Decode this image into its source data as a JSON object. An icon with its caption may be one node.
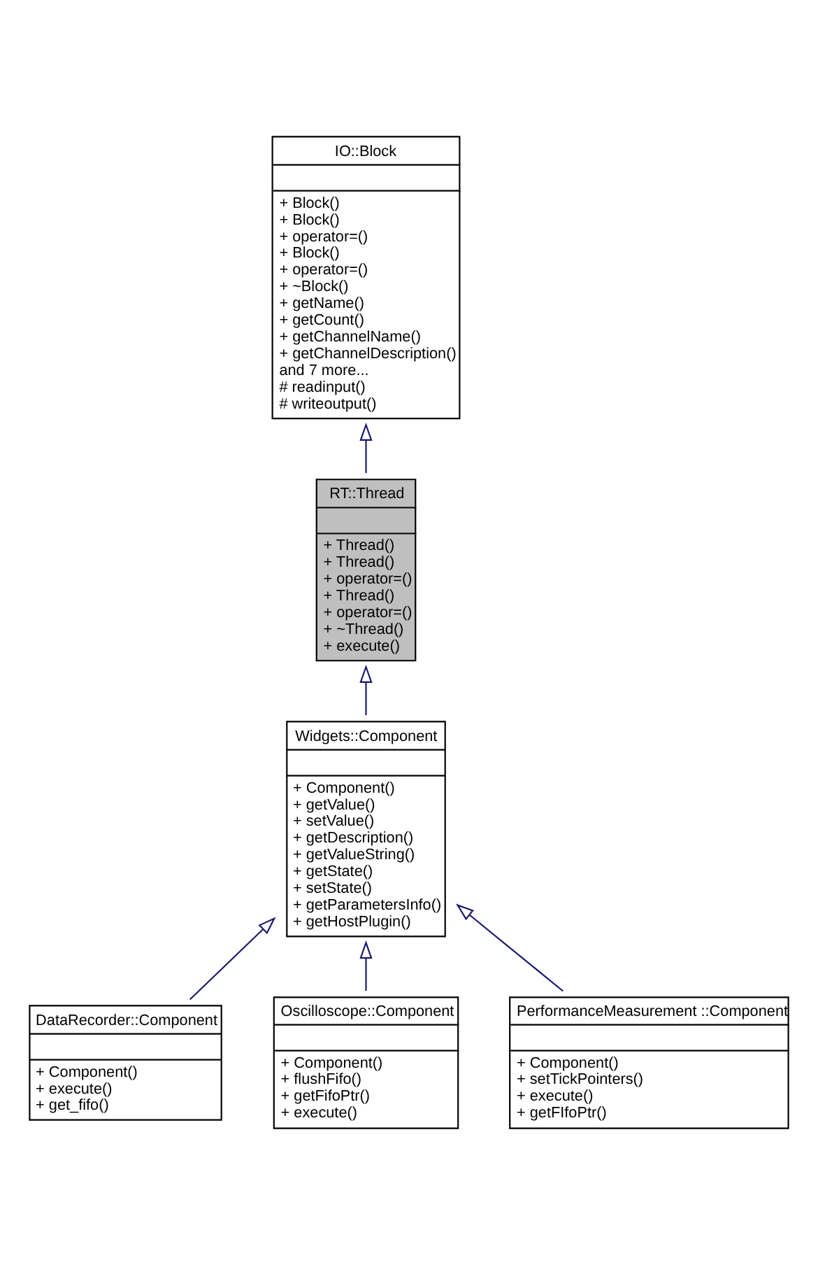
{
  "diagram": {
    "nodes": [
      {
        "text": [
          "IO::Block",
          "+ Block()",
          "+ Block()",
          "+ operator=()",
          "+ Block()",
          "+ operator=()",
          "+ ~Block()",
          "+ getName()",
          "+ getCount()",
          "+ getChannelName()",
          "+ getChannelDescription()",
          "and 7 more...",
          "# readinput()",
          "# writeoutput()"
        ]
      },
      {
        "text": [
          "RT::Thread",
          "+ Thread()",
          "+ Thread()",
          "+ operator=()",
          "+ Thread()",
          "+ operator=()",
          "+ ~Thread()",
          "+ execute()"
        ]
      },
      {
        "text": [
          "Widgets::Component",
          "+ Component()",
          "+ getValue()",
          "+ setValue()",
          "+ getDescription()",
          "+ getValueString()",
          "+ getState()",
          "+ setState()",
          "+ getParametersInfo()",
          "+ getHostPlugin()"
        ]
      },
      {
        "text": [
          "DataRecorder::Component",
          "+ Component()",
          "+ execute()",
          "+ get_fifo()"
        ]
      },
      {
        "text": [
          "Oscilloscope::Component",
          "+ Component()",
          "+ flushFifo()",
          "+ getFifoPtr()",
          "+ execute()"
        ]
      },
      {
        "text": [
          "PerformanceMeasurement ::Component",
          "+ Component()",
          "+ setTickPointers()",
          "+ execute()",
          "+ getFIfoPtr()"
        ]
      }
    ],
    "edges": [
      {
        "from": 1,
        "to": 0,
        "arrow": "to"
      },
      {
        "from": 2,
        "to": 1,
        "arrow": "to"
      },
      {
        "from": 3,
        "to": 2,
        "arrow": "to"
      },
      {
        "from": 4,
        "to": 2,
        "arrow": "to"
      },
      {
        "from": 5,
        "to": 2,
        "arrow": "to"
      }
    ]
  }
}
